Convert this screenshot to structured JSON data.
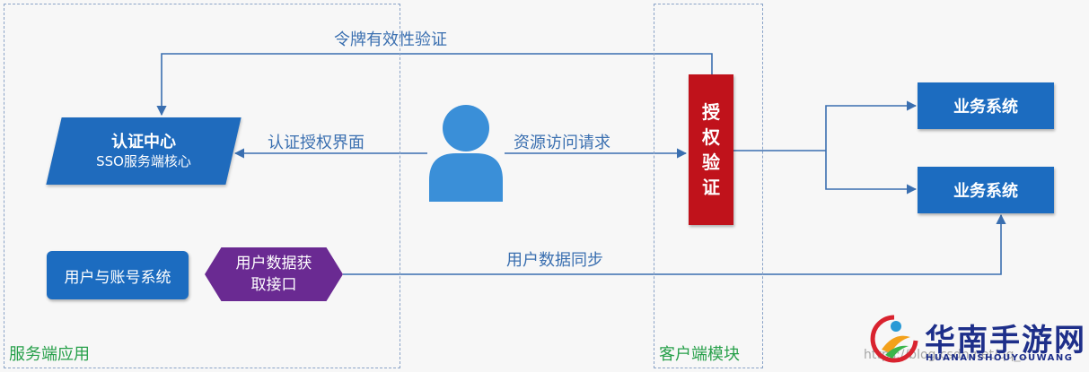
{
  "regions": {
    "server": "服务端应用",
    "client": "客户端模块"
  },
  "labels": {
    "token_validation": "令牌有效性验证",
    "auth_interface": "认证授权界面",
    "resource_request": "资源访问请求",
    "user_data_sync": "用户数据同步"
  },
  "nodes": {
    "auth_center_title": "认证中心",
    "auth_center_sub": "SSO服务端核心",
    "verify_chars": [
      "授",
      "权",
      "验",
      "证"
    ],
    "biz_system_1": "业务系统",
    "biz_system_2": "业务系统",
    "user_account_system": "用户与账号系统",
    "user_data_api_line1": "用户数据获",
    "user_data_api_line2": "取接口"
  },
  "watermark": {
    "brand": "华南手游网",
    "brand_pinyin": "HUANANSHOUYOUWANG",
    "url": "https://blog.csdn.net/qq_..."
  },
  "colors": {
    "blue": "#1c6cc0",
    "red": "#c0121b",
    "purple": "#6a2a92",
    "line": "#3a6fb0",
    "region_label": "#27a04a"
  }
}
